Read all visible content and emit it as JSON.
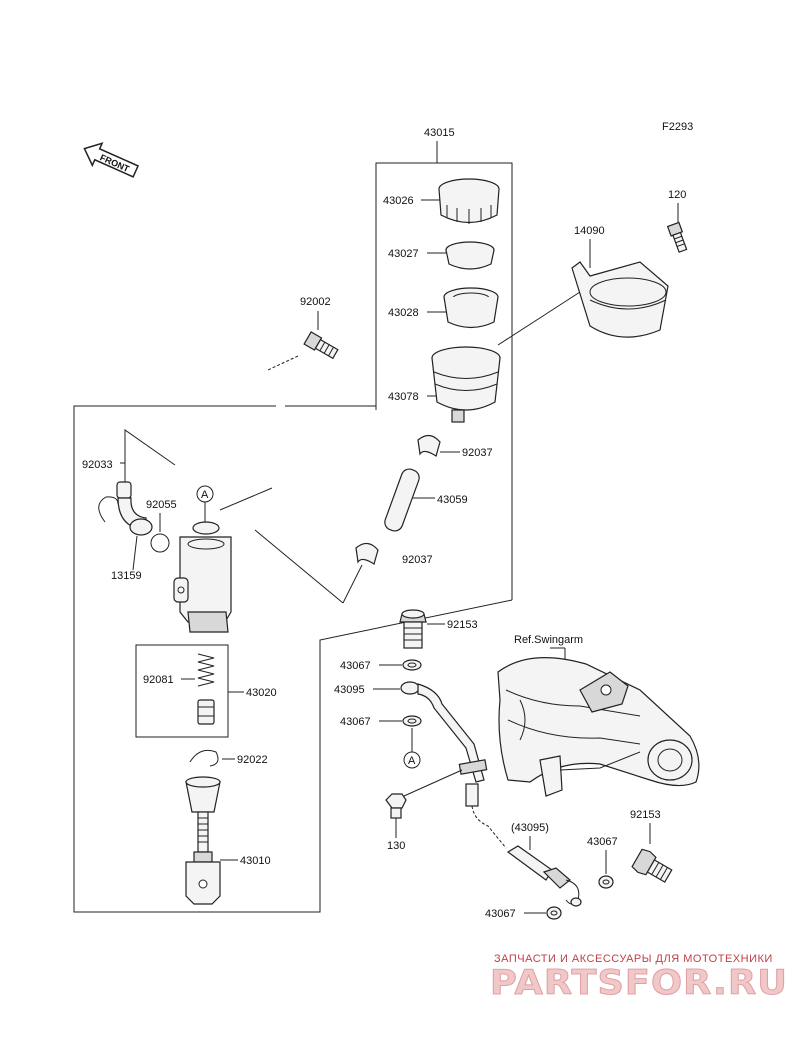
{
  "diagram": {
    "fig_code": "F2293",
    "front_arrow_text": "FRONT",
    "ref_label": "Ref.Swingarm",
    "callouts": {
      "p43015": "43015",
      "p43026": "43026",
      "p43027": "43027",
      "p43028": "43028",
      "p43078": "43078",
      "p92037a": "92037",
      "p43059": "43059",
      "p92037b": "92037",
      "p120": "120",
      "p14090": "14090",
      "p92002": "92002",
      "p92033": "92033",
      "p92055": "92055",
      "p13159": "13159",
      "p92081": "92081",
      "p43020": "43020",
      "p92022": "92022",
      "p43010": "43010",
      "p92153a": "92153",
      "p43067a": "43067",
      "p43095": "43095",
      "p43067b": "43067",
      "p130": "130",
      "p43095r": "(43095)",
      "p43067c": "43067",
      "p92153b": "92153",
      "p43067d": "43067"
    },
    "marker_a": "A"
  },
  "watermark": {
    "line1": "ЗАПЧАСТИ И АКСЕССУАРЫ ДЛЯ МОТОТЕХНИКИ",
    "logo": "PARTSFOR.RU"
  }
}
